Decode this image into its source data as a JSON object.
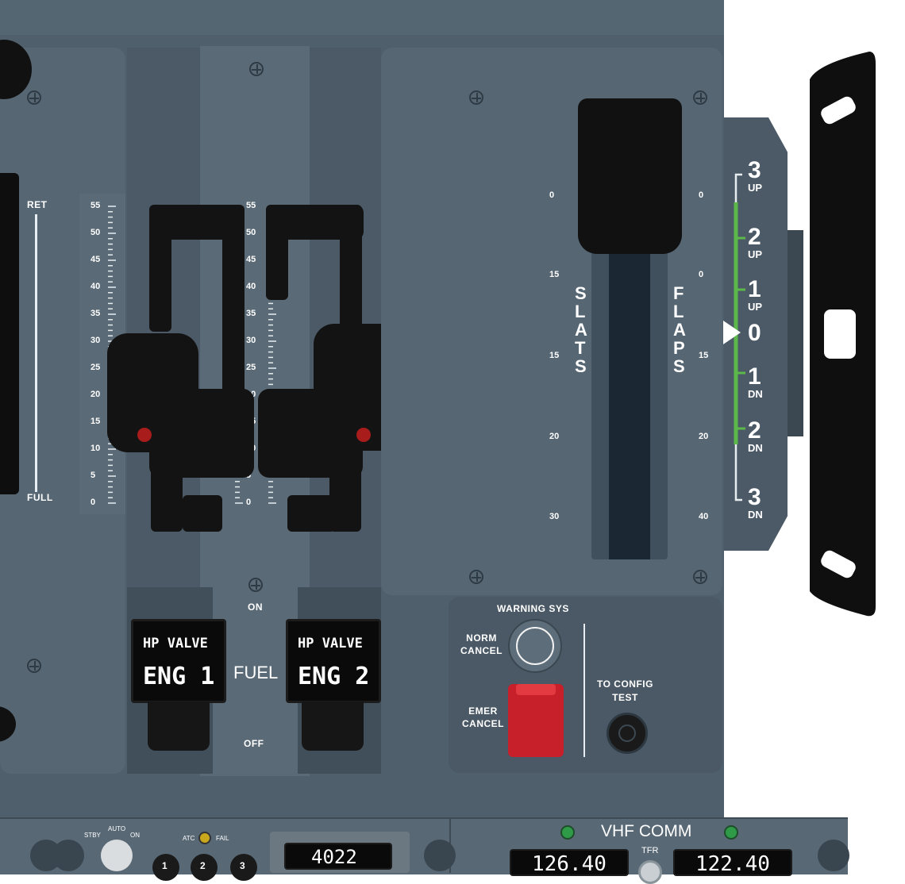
{
  "throttle": {
    "ret_label": "RET",
    "full_label": "FULL",
    "scale_ticks": [
      "55",
      "50",
      "45",
      "40",
      "35",
      "30",
      "25",
      "20",
      "15",
      "10",
      "5",
      "0"
    ]
  },
  "fuel": {
    "on_label": "ON",
    "off_label": "OFF",
    "fuel_label": "FUEL",
    "eng1": {
      "line1": "HP VALVE",
      "line2": "ENG 1"
    },
    "eng2": {
      "line1": "HP VALVE",
      "line2": "ENG 2"
    }
  },
  "slats_flaps": {
    "slats_label": "S L A T S",
    "flaps_label": "F L A P S",
    "slats_marks": [
      "0",
      "15",
      "15",
      "20",
      "30"
    ],
    "flaps_marks": [
      "0",
      "0",
      "15",
      "20",
      "40"
    ]
  },
  "trim": {
    "positions": [
      {
        "num": "3",
        "sub": "UP"
      },
      {
        "num": "2",
        "sub": "UP"
      },
      {
        "num": "1",
        "sub": "UP"
      },
      {
        "num": "0",
        "sub": ""
      },
      {
        "num": "1",
        "sub": "DN"
      },
      {
        "num": "2",
        "sub": "DN"
      },
      {
        "num": "3",
        "sub": "DN"
      }
    ],
    "accent_color": "#5cb84a"
  },
  "warning": {
    "title": "WARNING SYS",
    "norm_cancel": "NORM\nCANCEL",
    "emer_cancel": "EMER\nCANCEL",
    "to_config": "TO CONFIG\nTEST",
    "emer_color": "#c8202a"
  },
  "radio": {
    "stby": "STBY",
    "auto": "AUTO",
    "on": "ON",
    "atc": "ATC",
    "fail": "FAIL",
    "buttons": [
      "1",
      "2",
      "3"
    ],
    "squawk": "4022",
    "vhf_title": "VHF COMM",
    "tfr": "TFR",
    "freq_active": "126.40",
    "freq_standby": "122.40"
  }
}
